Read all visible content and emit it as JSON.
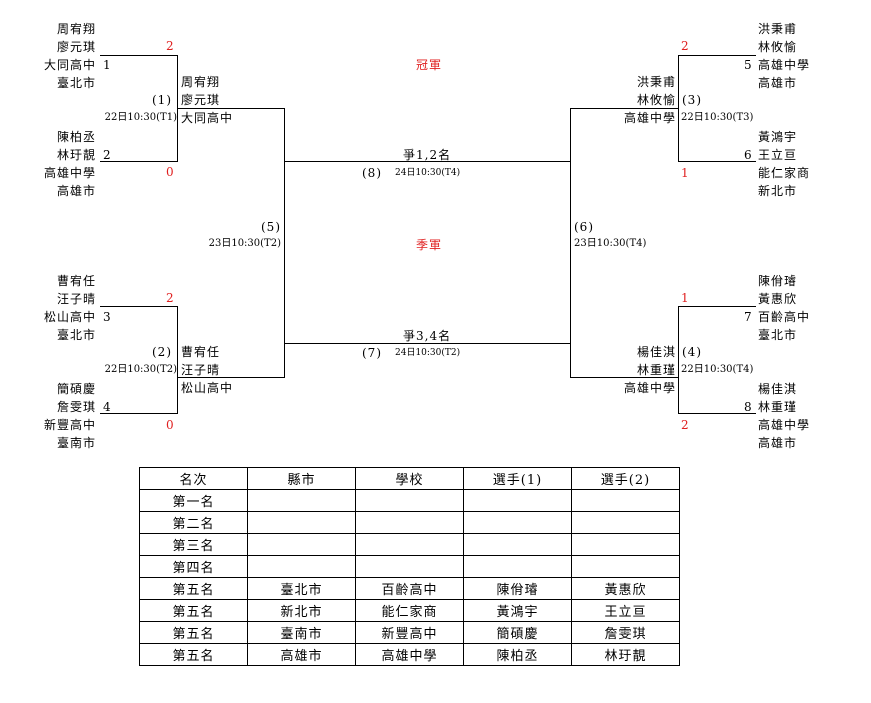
{
  "bracket": {
    "final_title": "冠軍",
    "third_title": "季軍",
    "p1": {
      "name1": "周宥翔",
      "name2": "廖元琪",
      "school": "大同高中",
      "city": "臺北市",
      "seed": "1",
      "score": "2"
    },
    "p2": {
      "name1": "陳柏丞",
      "name2": "林玗靚",
      "school": "高雄中學",
      "city": "高雄市",
      "seed": "2",
      "score": "0"
    },
    "p3": {
      "name1": "曹宥任",
      "name2": "汪子晴",
      "school": "松山高中",
      "city": "臺北市",
      "seed": "3",
      "score": "2"
    },
    "p4": {
      "name1": "簡碩慶",
      "name2": "詹雯琪",
      "school": "新豐高中",
      "city": "臺南市",
      "seed": "4",
      "score": "0"
    },
    "p5": {
      "name1": "洪秉甫",
      "name2": "林攸愉",
      "school": "高雄中學",
      "city": "高雄市",
      "seed": "5",
      "score": "2"
    },
    "p6": {
      "name1": "黃鴻宇",
      "name2": "王立亘",
      "school": "能仁家商",
      "city": "新北市",
      "seed": "6",
      "score": "1"
    },
    "p7": {
      "name1": "陳佾璿",
      "name2": "黃惠欣",
      "school": "百齡高中",
      "city": "臺北市",
      "seed": "7",
      "score": "1"
    },
    "p8": {
      "name1": "楊佳淇",
      "name2": "林重瑾",
      "school": "高雄中學",
      "city": "高雄市",
      "seed": "8",
      "score": "2"
    },
    "m1": {
      "label": "(1)",
      "time": "22日10:30(T1)",
      "w1": "周宥翔",
      "w2": "廖元琪",
      "w3": "大同高中"
    },
    "m2": {
      "label": "(2)",
      "time": "22日10:30(T2)",
      "w1": "曹宥任",
      "w2": "汪子晴",
      "w3": "松山高中"
    },
    "m3": {
      "label": "(3)",
      "time": "22日10:30(T3)",
      "w1": "洪秉甫",
      "w2": "林攸愉",
      "w3": "高雄中學"
    },
    "m4": {
      "label": "(4)",
      "time": "22日10:30(T4)",
      "w1": "楊佳淇",
      "w2": "林重瑾",
      "w3": "高雄中學"
    },
    "m5": {
      "label": "(5)",
      "time": "23日10:30(T2)"
    },
    "m6": {
      "label": "(6)",
      "time": "23日10:30(T4)"
    },
    "m7": {
      "label": "(7)",
      "title": "爭3,4名",
      "time": "24日10:30(T2)"
    },
    "m8": {
      "label": "(8)",
      "title": "爭1,2名",
      "time": "24日10:30(T4)"
    }
  },
  "table": {
    "headers": [
      "名次",
      "縣市",
      "學校",
      "選手(1)",
      "選手(2)"
    ],
    "rows": [
      [
        "第一名",
        "",
        "",
        "",
        ""
      ],
      [
        "第二名",
        "",
        "",
        "",
        ""
      ],
      [
        "第三名",
        "",
        "",
        "",
        ""
      ],
      [
        "第四名",
        "",
        "",
        "",
        ""
      ],
      [
        "第五名",
        "臺北市",
        "百齡高中",
        "陳佾璿",
        "黃惠欣"
      ],
      [
        "第五名",
        "新北市",
        "能仁家商",
        "黃鴻宇",
        "王立亘"
      ],
      [
        "第五名",
        "臺南市",
        "新豐高中",
        "簡碩慶",
        "詹雯琪"
      ],
      [
        "第五名",
        "高雄市",
        "高雄中學",
        "陳柏丞",
        "林玗靚"
      ]
    ]
  },
  "colors": {
    "score": "#e02020",
    "title": "#e02020"
  }
}
